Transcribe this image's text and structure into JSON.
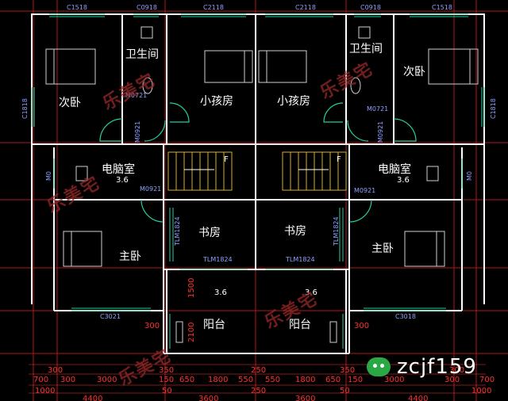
{
  "rooms": {
    "left_secondary": "次卧",
    "left_bath": "卫生间",
    "left_kids": "小孩房",
    "right_kids": "小孩房",
    "right_bath": "卫生间",
    "right_secondary": "次卧",
    "left_computer": "电脑室",
    "right_computer": "电脑室",
    "left_study": "书房",
    "right_study": "书房",
    "left_master": "主卧",
    "right_master": "主卧",
    "left_balcony": "阳台",
    "right_balcony": "阳台"
  },
  "tags": {
    "top_c1518_a": "C1518",
    "top_c0918_a": "C0918",
    "top_c2118_a": "C2118",
    "top_c2118_b": "C2118",
    "top_c0918_b": "C0918",
    "top_c1518_b": "C1518",
    "side_c1818_l": "C1818",
    "side_c1818_r": "C1818",
    "m0721_l": "M0721",
    "m0721_r": "M0721",
    "m0921_vl": "M0921",
    "m0921_vr": "M0921",
    "m0921_hl": "M0921",
    "m0921_hr": "M0921",
    "tlm_vl": "TLM1824",
    "tlm_vr": "TLM1824",
    "tlm_hl": "TLM1824",
    "tlm_hr": "TLM1824",
    "c3021": "C3021",
    "c3018": "C3018",
    "md_l": "M0",
    "md_r": "M0"
  },
  "levels": {
    "comp_l": "3.6",
    "comp_r": "3.6",
    "bal_l": "3.6",
    "bal_r": "3.6"
  },
  "dims": {
    "d1500": "1500",
    "d2100": "2100",
    "d300_l": "300",
    "d300_r": "300",
    "r1": [
      "300",
      "350",
      "250",
      "350",
      "300"
    ],
    "r2": [
      "700",
      "300",
      "3000",
      "150",
      "650",
      "1800",
      "550",
      "550",
      "1800",
      "650",
      "150",
      "3000",
      "300",
      "700"
    ],
    "r3": [
      "1000",
      "50",
      "250",
      "50",
      "1000"
    ],
    "r4": [
      "4400",
      "3600",
      "3600",
      "4400"
    ]
  },
  "stair_mark": "F",
  "watermark": "乐美宅",
  "badge_text": "zcjf159",
  "colors": {
    "wall": "#ffffff",
    "dim": "#ff3030",
    "label": "#8fa0ff",
    "door": "#1fd0a0",
    "axis": "#c01818",
    "stair": "#d8b020"
  }
}
